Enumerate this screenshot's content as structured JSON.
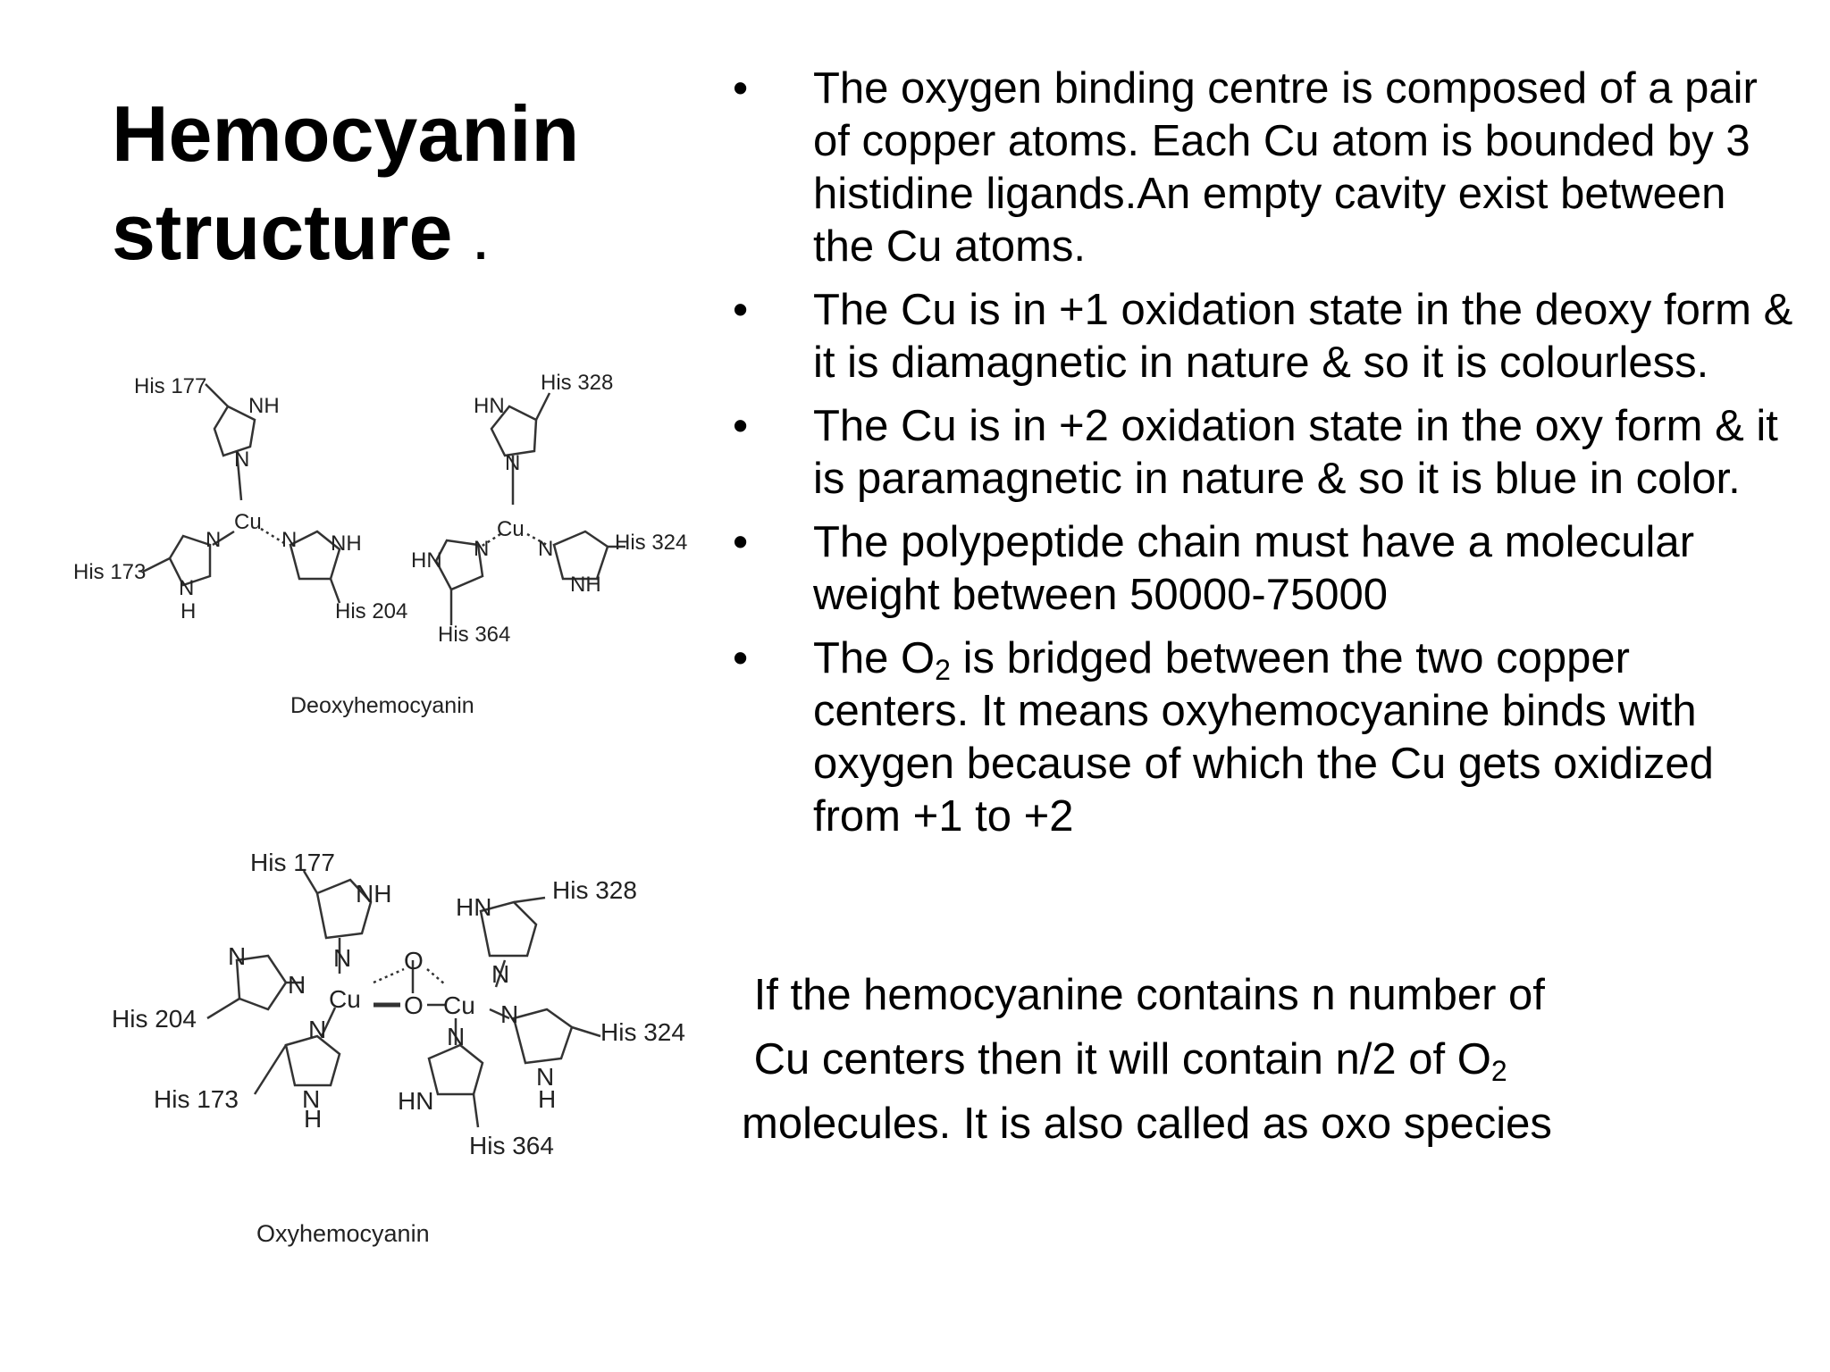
{
  "title": {
    "line1": "Hemocyanin",
    "line2": "structure",
    "trail": "."
  },
  "bullet_char": "•",
  "bullets": [
    {
      "text": "The oxygen binding centre is composed of a pair of copper atoms. Each Cu atom is bounded by 3 histidine ligands.An empty cavity exist between the Cu atoms."
    },
    {
      "text": "The Cu is in +1 oxidation state in the deoxy form & it is diamagnetic in nature & so it is colourless."
    },
    {
      "text": "The Cu is in +2 oxidation state in the oxy form & it is paramagnetic in nature & so it is blue in color."
    },
    {
      "text": "The polypeptide chain must have a molecular weight between 50000-75000"
    },
    {
      "pre": "The O",
      "sub": "2",
      "post": " is bridged between the two copper centers. It means oxyhemocyanine binds with oxygen because of which the Cu gets oxidized from +1 to +2"
    }
  ],
  "paragraph": {
    "line1": " If the hemocyanine contains n number of",
    "line2_pre": " Cu centers then it will contain n/2 of O",
    "line2_sub": "2",
    "line3": "molecules. It is also called as oxo species"
  },
  "deoxy": {
    "caption": "Deoxyhemocyanin",
    "labels": {
      "his177": "His 177",
      "his173": "His 173",
      "his204": "His 204",
      "his328": "His 328",
      "his324": "His 324",
      "his364": "His 364",
      "cu": "Cu",
      "n": "N",
      "nh": "NH",
      "hn": "HN",
      "h": "H"
    }
  },
  "oxy": {
    "caption": "Oxyhemocyanin",
    "labels": {
      "his177": "His 177",
      "his204": "His 204",
      "his173": "His 173",
      "his328": "His 328",
      "his324": "His 324",
      "his364": "His 364",
      "cu": "Cu",
      "o": "O",
      "n": "N",
      "nh": "NH",
      "hn": "HN",
      "h": "H"
    }
  }
}
